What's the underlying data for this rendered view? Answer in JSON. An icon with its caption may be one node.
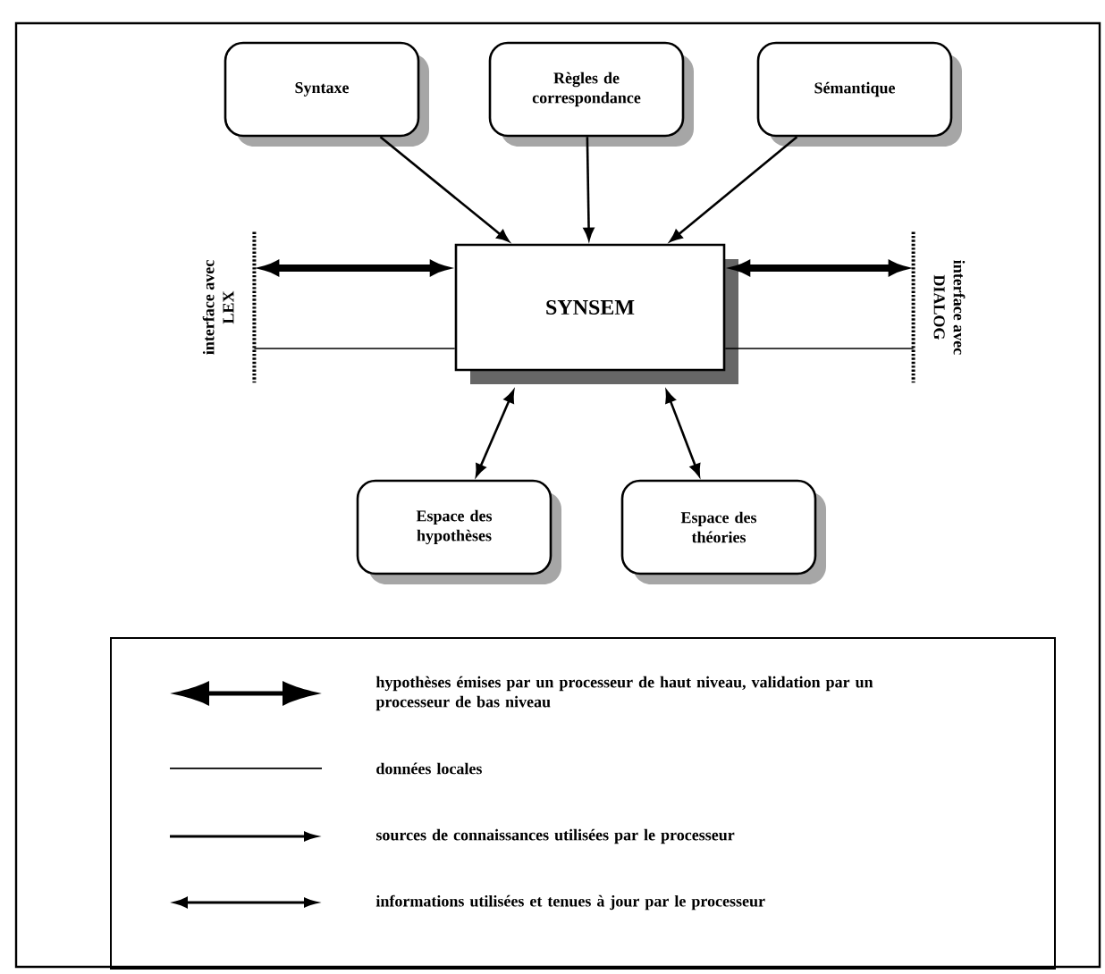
{
  "diagram": {
    "nodes": [
      {
        "text": [
          "Syntaxe"
        ]
      },
      {
        "text": [
          "Règles de correspondance"
        ]
      },
      {
        "text": [
          "Sémantique"
        ]
      },
      {
        "text": [
          "SYNSEM"
        ]
      },
      {
        "text": [
          "interface avec LEX"
        ]
      },
      {
        "text": [
          "interface avec DIALOG"
        ]
      },
      {
        "text": [
          "Espace des hypothèses"
        ]
      },
      {
        "text": [
          "Espace des théories"
        ]
      }
    ],
    "edges": [
      {
        "from": 0,
        "to": 3,
        "arrow": "to"
      },
      {
        "from": 1,
        "to": 3,
        "arrow": "to"
      },
      {
        "from": 2,
        "to": 3,
        "arrow": "to"
      },
      {
        "from": 4,
        "to": 3,
        "arrow": "both",
        "style": "thick"
      },
      {
        "from": 4,
        "to": 3,
        "arrow": "none"
      },
      {
        "from": 5,
        "to": 3,
        "arrow": "both",
        "style": "thick"
      },
      {
        "from": 5,
        "to": 3,
        "arrow": "none"
      },
      {
        "from": 3,
        "to": 6,
        "arrow": "both"
      },
      {
        "from": 3,
        "to": 7,
        "arrow": "both"
      }
    ],
    "legend": [
      {
        "text": "hypothèses émises par un processeur de haut niveau, validation par un processeur de bas niveau"
      },
      {
        "text": "données locales"
      },
      {
        "text": "sources de connaissances utilisées par le processeur"
      },
      {
        "text": "informations utilisées et tenues à jour par le processeur"
      }
    ]
  }
}
